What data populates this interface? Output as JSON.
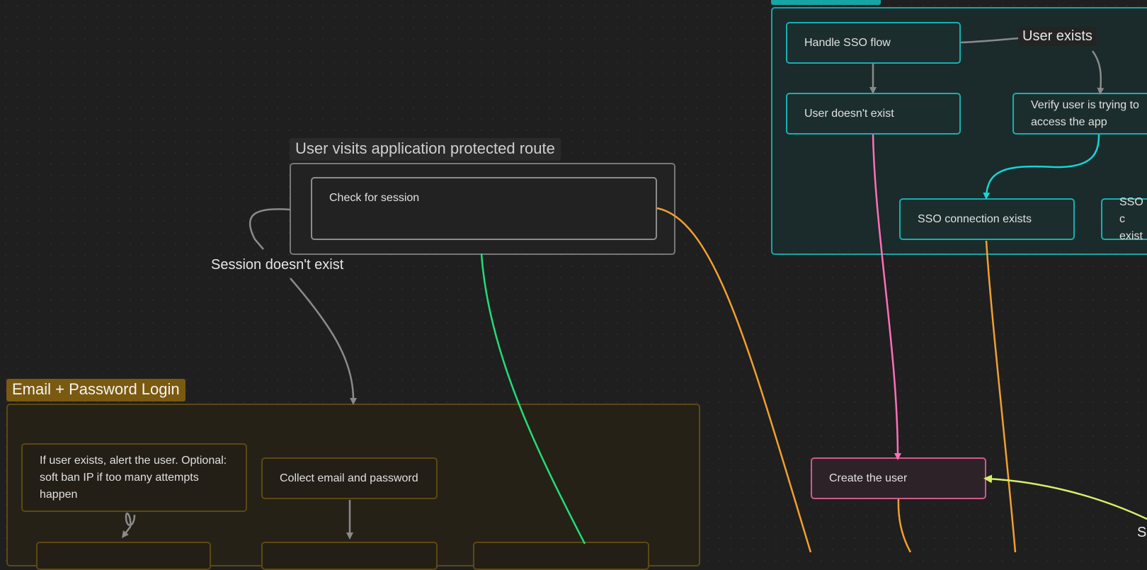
{
  "groups": {
    "visits": {
      "label": "User visits application protected route"
    },
    "email": {
      "label": "Email + Password Login"
    },
    "sso": {
      "label": ""
    }
  },
  "nodes": {
    "check_session": "Check for session",
    "alert_user": "If user exists, alert the user. Optional: soft ban IP if too many attempts happen",
    "collect_email": "Collect email and password",
    "handle_sso": "Handle SSO flow",
    "user_doesnt_exist": "User doesn't exist",
    "verify_user": "Verify user is trying to access the app",
    "sso_connection_exists": "SSO connection exists",
    "sso_connection_partial": "SSO c exist",
    "create_user": "Create the user",
    "bottom_node_1": "",
    "bottom_node_2": "",
    "bottom_node_3": ""
  },
  "edge_labels": {
    "session_doesnt_exist": "Session doesn't exist",
    "user_exists": "User exists",
    "partial_s": "S"
  },
  "colors": {
    "gray": "#8a8a8a",
    "orange": "#f0a030",
    "green": "#22dd77",
    "pink": "#ff6fb8",
    "cyan": "#14d6d6",
    "yellow": "#d6f06a",
    "email_group": "#7a5a10",
    "sso_group": "#15a5a5",
    "create_user": "#d05a8a"
  }
}
